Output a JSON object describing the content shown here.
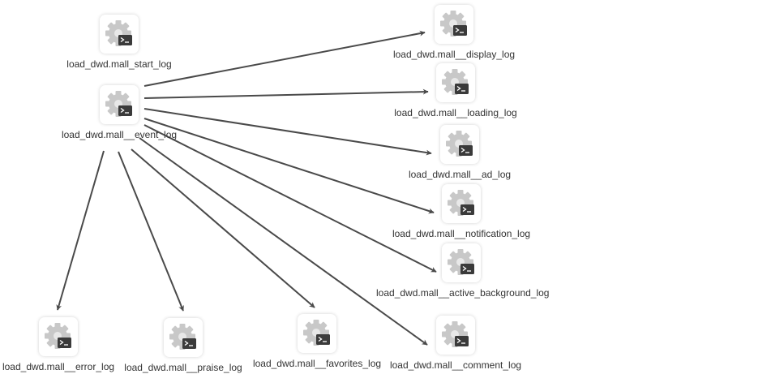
{
  "diagram": {
    "nodes": [
      {
        "id": "start",
        "label": "load_dwd.mall_start_log"
      },
      {
        "id": "event",
        "label": "load_dwd.mall__event_log"
      },
      {
        "id": "display",
        "label": "load_dwd.mall__display_log"
      },
      {
        "id": "loading",
        "label": "load_dwd.mall__loading_log"
      },
      {
        "id": "ad",
        "label": "load_dwd.mall__ad_log"
      },
      {
        "id": "notification",
        "label": "load_dwd.mall__notification_log"
      },
      {
        "id": "active_background",
        "label": "load_dwd.mall__active_background_log"
      },
      {
        "id": "comment",
        "label": "load_dwd.mall__comment_log"
      },
      {
        "id": "error",
        "label": "load_dwd.mall__error_log"
      },
      {
        "id": "praise",
        "label": "load_dwd.mall__praise_log"
      },
      {
        "id": "favorites",
        "label": "load_dwd.mall__favorites_log"
      }
    ],
    "edges": [
      {
        "from": "event",
        "to": "display"
      },
      {
        "from": "event",
        "to": "loading"
      },
      {
        "from": "event",
        "to": "ad"
      },
      {
        "from": "event",
        "to": "notification"
      },
      {
        "from": "event",
        "to": "active_background"
      },
      {
        "from": "event",
        "to": "comment"
      },
      {
        "from": "event",
        "to": "favorites"
      },
      {
        "from": "event",
        "to": "praise"
      },
      {
        "from": "event",
        "to": "error"
      }
    ],
    "icon": "gear-terminal-icon",
    "colors": {
      "edge": "#4a4a4a",
      "gear": "#c8c8c8",
      "terminal": "#3a3a3a"
    }
  }
}
